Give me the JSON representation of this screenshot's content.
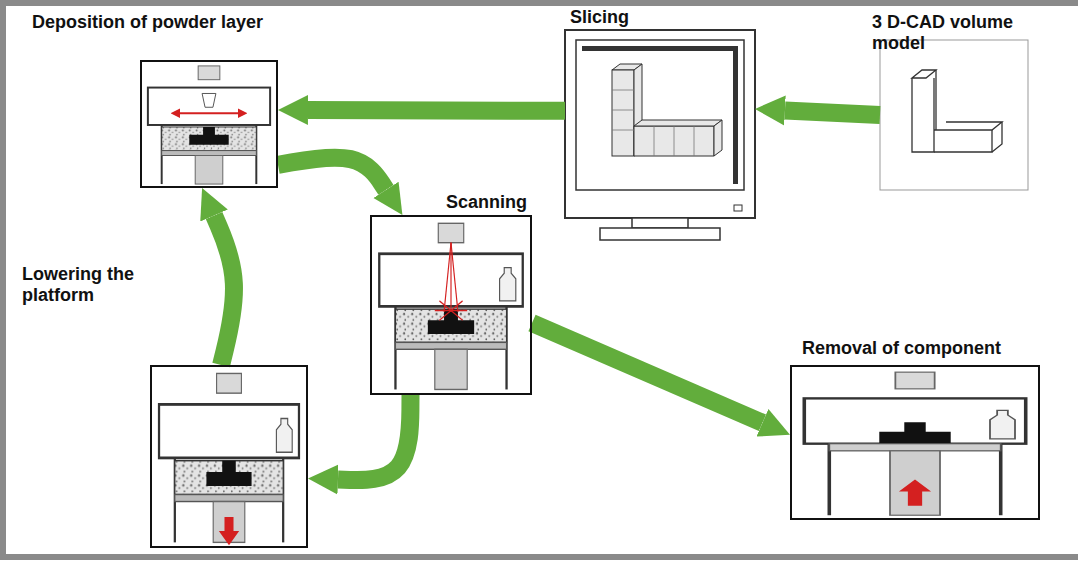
{
  "diagram": {
    "nodes": [
      {
        "text": [
          "Deposition of powder layer"
        ]
      },
      {
        "text": [
          "Slicing"
        ]
      },
      {
        "text": [
          "3 D-CAD volume model"
        ]
      },
      {
        "text": [
          "Scanning"
        ]
      },
      {
        "text": [
          "Lowering the platform"
        ]
      },
      {
        "text": [
          "Removal of component"
        ]
      }
    ],
    "edges": [
      {
        "from": 2,
        "to": 1,
        "arrow": "to"
      },
      {
        "from": 1,
        "to": 0,
        "arrow": "to"
      },
      {
        "from": 0,
        "to": 3,
        "arrow": "to"
      },
      {
        "from": 3,
        "to": 4,
        "arrow": "to"
      },
      {
        "from": 4,
        "to": 0,
        "arrow": "to"
      },
      {
        "from": 3,
        "to": 5,
        "arrow": "to"
      }
    ]
  }
}
